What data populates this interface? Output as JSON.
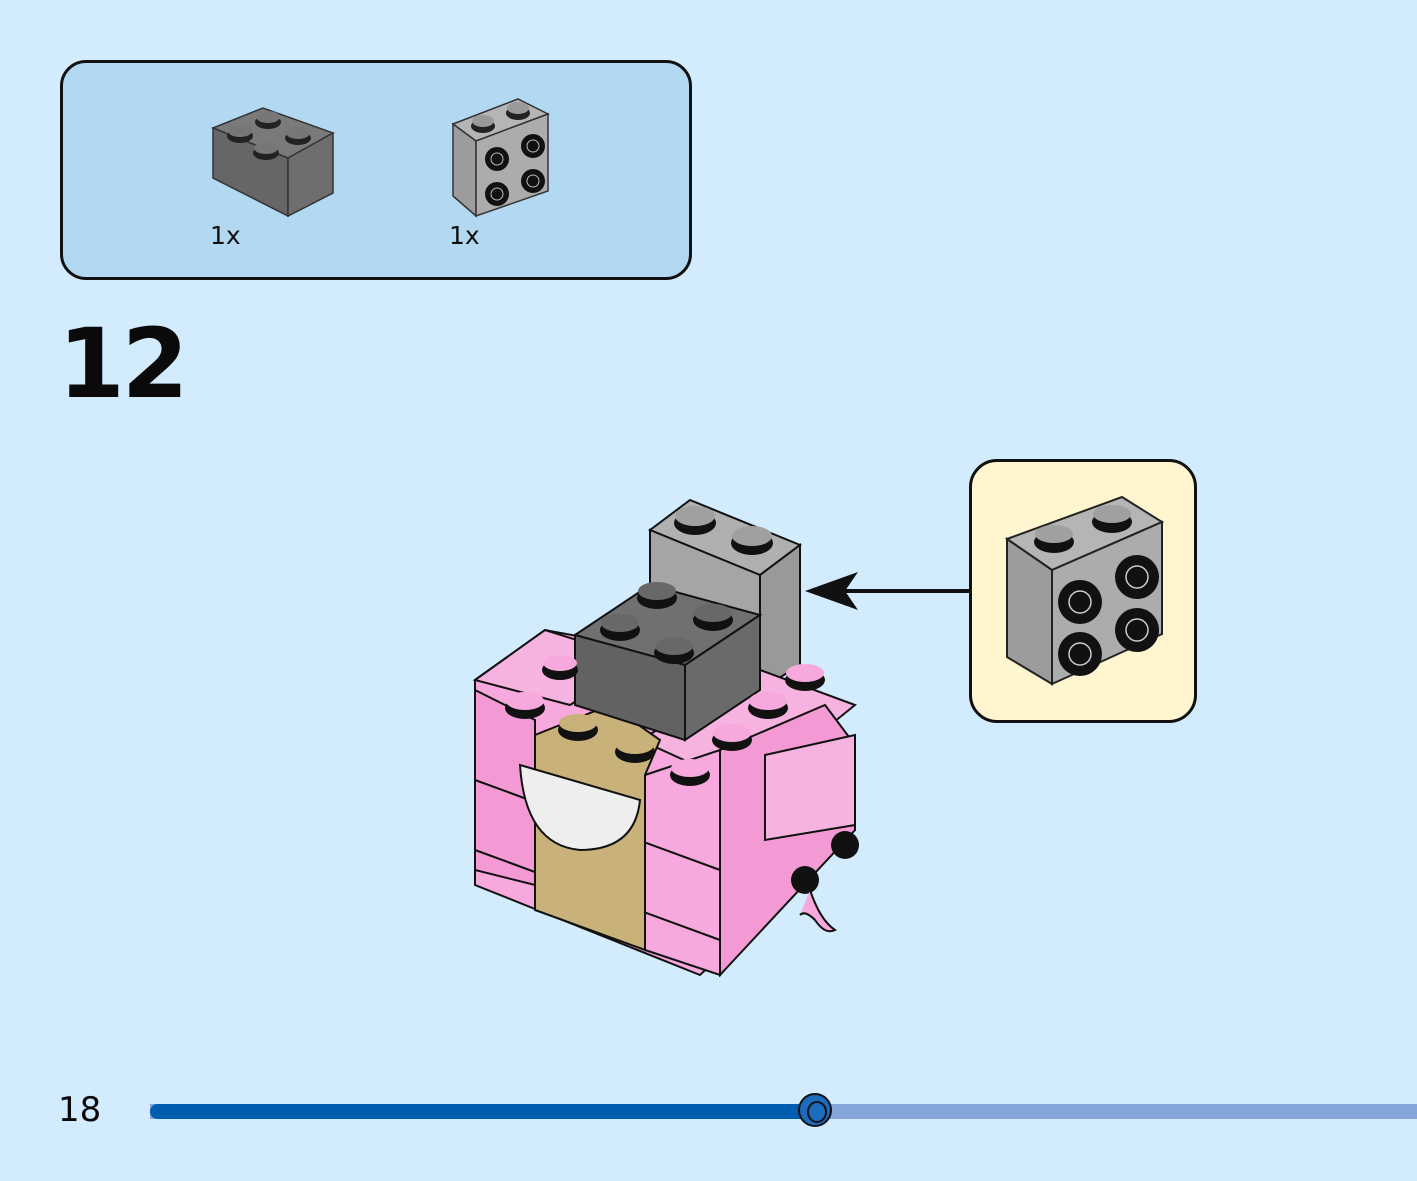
{
  "parts_list": {
    "items": [
      {
        "name": "brick-2x2-dark-grey",
        "quantity": "1x",
        "color": "#6b6b6b"
      },
      {
        "name": "brick-1x2-with-4-side-studs-light-grey",
        "quantity": "1x",
        "color": "#a9a9a9"
      }
    ],
    "background": "#b3d8f2"
  },
  "step": {
    "number": "12"
  },
  "callout": {
    "part": "brick-1x2-with-4-side-studs-light-grey",
    "background": "#fff5cf"
  },
  "model": {
    "colors": {
      "pink": "#f7a8dc",
      "tan": "#c9b27a",
      "dark_grey": "#6b6b6b",
      "light_grey": "#a9a9a9",
      "white": "#eeeeee"
    }
  },
  "footer": {
    "page_number": "18",
    "progress": 0.525,
    "progress_colors": {
      "fill": "#005eb0",
      "track": "#84a6d8"
    }
  }
}
